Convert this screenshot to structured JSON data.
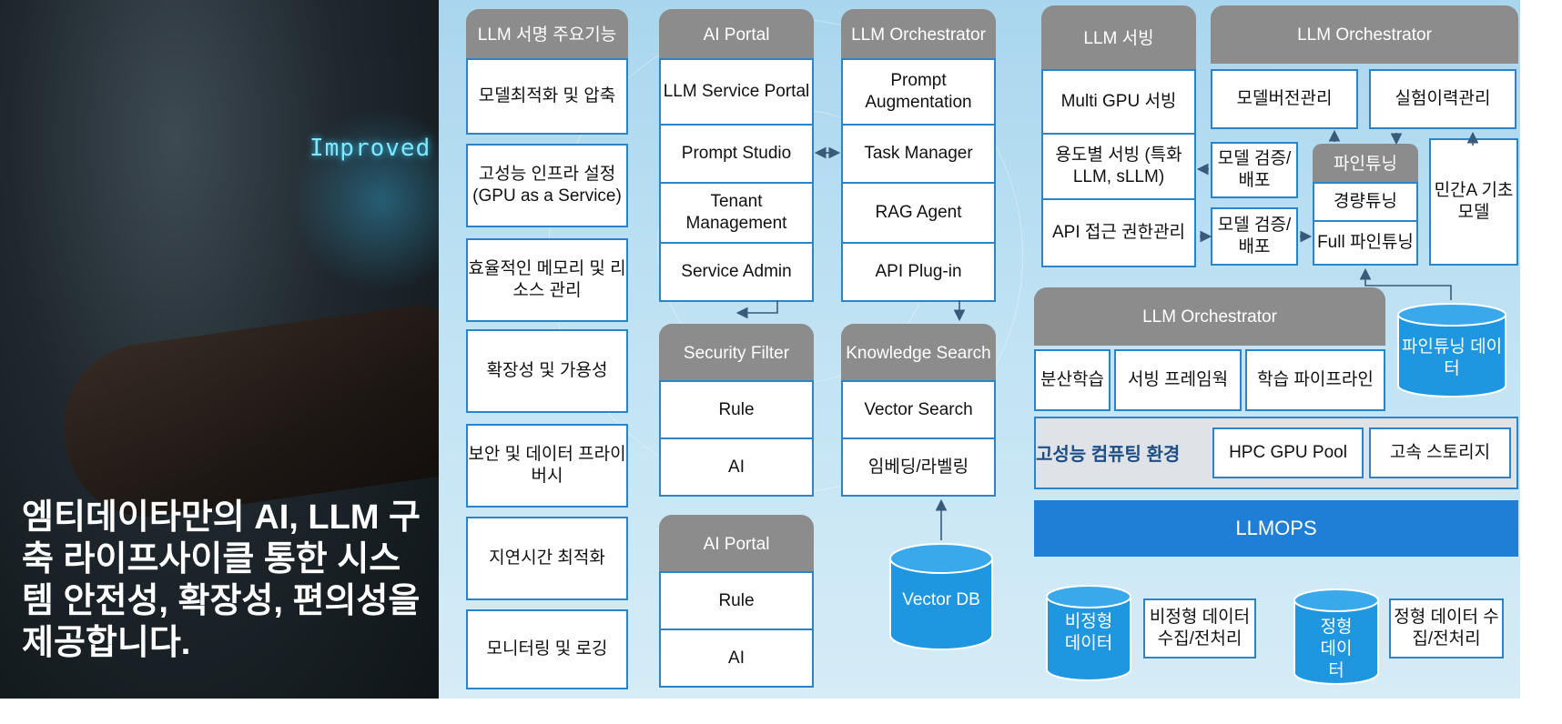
{
  "photo": {
    "code_text": "Improved accuracy",
    "headline": "엠티데이타만의 AI, LLM 구축 라이프사이클 통한 시스템 안전성, 확장성, 편의성을 제공합니다."
  },
  "col1": {
    "header": "LLM 서명 주요기능",
    "items": [
      "모델최적화 및 압축",
      "고성능 인프라 설정 (GPU as a Service)",
      "효율적인 메모리 및 리소스 관리",
      "확장성 및 가용성",
      "보안 및 데이터 프라이버시",
      "지연시간 최적화",
      "모니터링 및 로깅"
    ]
  },
  "col2": {
    "header": "AI Portal",
    "items": [
      "LLM Service Portal",
      "Prompt Studio",
      "Tenant Management",
      "Service Admin"
    ]
  },
  "col3": {
    "header": "LLM Orchestrator",
    "items": [
      "Prompt Augmentation",
      "Task Manager",
      "RAG Agent",
      "API Plug-in"
    ]
  },
  "security_filter": {
    "header": "Security Filter",
    "items": [
      "Rule",
      "AI"
    ]
  },
  "knowledge_search": {
    "header": "Knowledge Search",
    "items": [
      "Vector Search",
      "임베딩/라벨링"
    ]
  },
  "ai_portal2": {
    "header": "AI Portal",
    "items": [
      "Rule",
      "AI"
    ]
  },
  "vector_db": {
    "label": "Vector DB"
  },
  "serving": {
    "header": "LLM 서빙",
    "items": [
      "Multi GPU 서빙",
      "용도별 서빙 (특화LLM, sLLM)",
      "API 접근 권한관리"
    ],
    "deploy1": "모델 검증/배포",
    "deploy2": "모델 검증/배포"
  },
  "orchestrator_right": {
    "header": "LLM Orchestrator",
    "version_mgmt": "모델버전관리",
    "experiment_mgmt": "실험이력관리",
    "finetune_header": "파인튜닝",
    "light_tuning": "경량튜닝",
    "full_tuning": "Full 파인튜닝",
    "private_model": "민간A 기초모델",
    "finetune_data": "파인튜닝 데이터"
  },
  "orchestrator_mid": {
    "header": "LLM Orchestrator",
    "items": [
      "분산학습",
      "서빙 프레임웍",
      "학습 파이프라인"
    ]
  },
  "hpc": {
    "title": "고성능 컴퓨팅 환경",
    "items": [
      "HPC GPU Pool",
      "고속 스토리지"
    ]
  },
  "llmops": {
    "label": "LLMOPS"
  },
  "data": {
    "unstructured_db": "비정형 데이터",
    "unstructured_proc": "비정형 데이터 수집/전처리",
    "structured_db": "정형 데이터",
    "structured_proc": "정형 데이터 수집/전처리"
  },
  "colors": {
    "box_border": "#2b83c8",
    "header_gray": "#8c8c8c",
    "cylinder": "#1e96e0",
    "llmops": "#1f7fd6",
    "hpc_title": "#1d4f86"
  }
}
